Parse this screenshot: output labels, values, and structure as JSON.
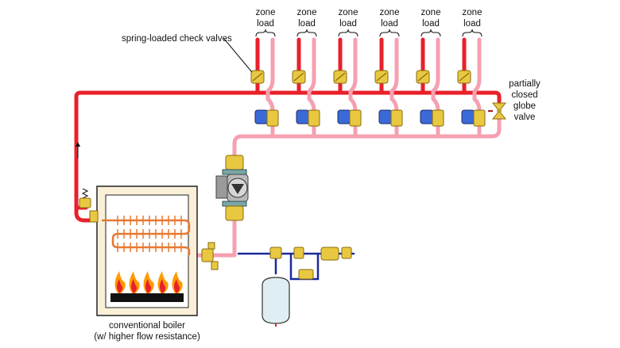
{
  "labels": {
    "zone_load_line1": "zone",
    "zone_load_line2": "load",
    "check_valves": "spring-loaded check valves",
    "globe_valve": [
      "partially",
      "closed",
      "globe",
      "valve"
    ],
    "boiler": [
      "conventional boiler",
      "(w/ higher flow resistance)"
    ]
  },
  "zones": [
    {
      "line1": "zone",
      "line2": "load"
    },
    {
      "line1": "zone",
      "line2": "load"
    },
    {
      "line1": "zone",
      "line2": "load"
    },
    {
      "line1": "zone",
      "line2": "load"
    },
    {
      "line1": "zone",
      "line2": "load"
    },
    {
      "line1": "zone",
      "line2": "load"
    }
  ],
  "colors": {
    "supply_pipe": "#e8202a",
    "return_pipe": "#f5a0b0",
    "makeup_pipe": "#1a2a9a",
    "valve_brass": "#e8c840",
    "zone_valve_actuator": "#3a6ad8",
    "flame_outer": "#ff9a00",
    "flame_inner": "#e8202a",
    "boiler_fill": "#faf0d8",
    "hx_coil": "#e87830",
    "expansion_tank": "#dfeef2"
  }
}
